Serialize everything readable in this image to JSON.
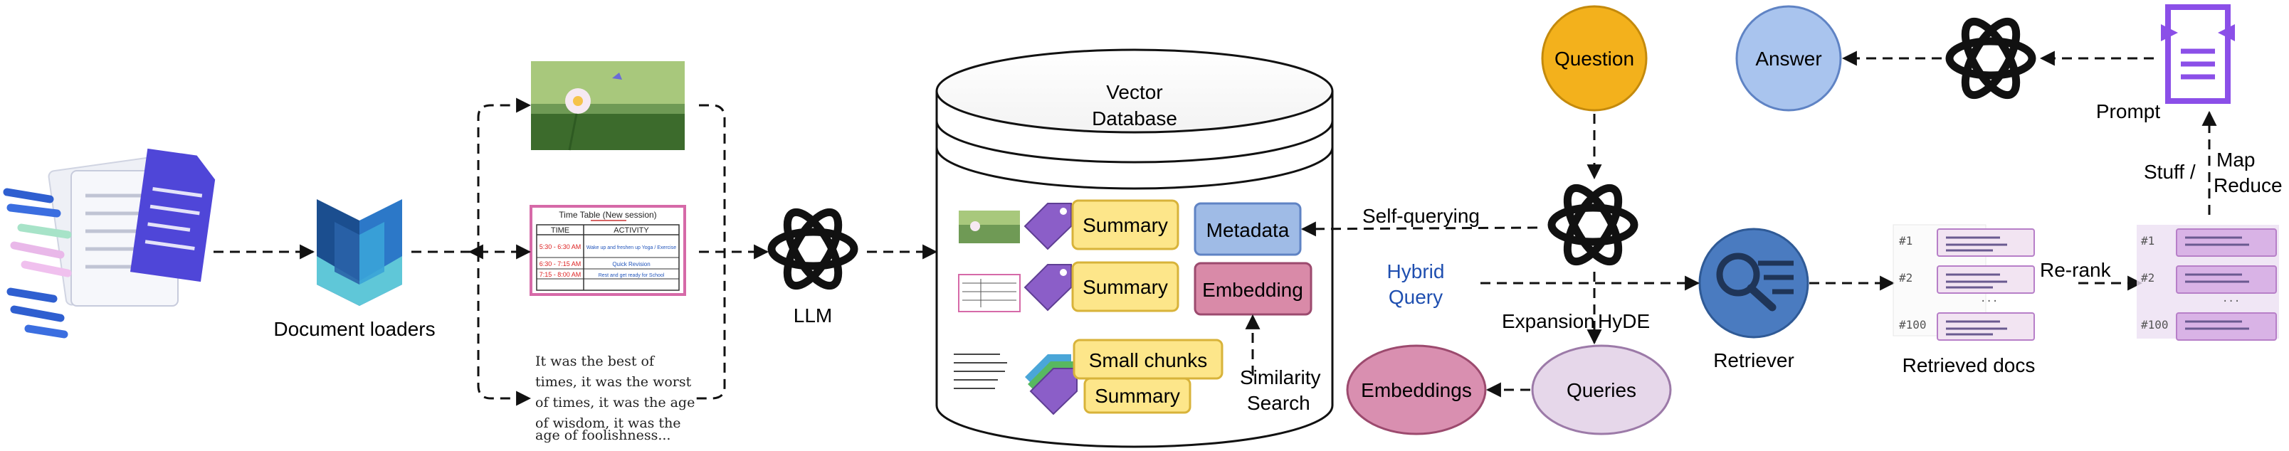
{
  "colors": {
    "question": "#f3b11c",
    "answer": "#a9c4ee",
    "retriever": "#4a7bc0",
    "queries": "#e6d7ea",
    "embeddings": "#d98fb0",
    "summary": "#fde68a",
    "metadata": "#9fbbe6",
    "embedding_box": "#d98aa8",
    "prompt": "#8b4fe8",
    "retrieved_card": "#f2e4f2",
    "reranked": "#d9b3e6",
    "hybrid_text": "#1f4fb0"
  },
  "nodes": {
    "document_loaders": "Document loaders",
    "llm": "LLM",
    "vector_database": [
      "Vector",
      "Database"
    ],
    "summary_1": "Summary",
    "summary_2": "Summary",
    "small_chunks": "Small chunks",
    "summary_3": "Summary",
    "metadata": "Metadata",
    "embedding": "Embedding",
    "question": "Question",
    "answer": "Answer",
    "embeddings": "Embeddings",
    "queries": "Queries",
    "retriever": "Retriever",
    "retrieved_docs": "Retrieved docs",
    "prompt": "Prompt"
  },
  "edge_labels": {
    "self_querying": "Self-querying",
    "hybrid_query": [
      "Hybrid",
      "Query"
    ],
    "expansion": "Expansion",
    "hyde": "HyDE",
    "similarity_search": [
      "Similarity",
      "Search"
    ],
    "re_rank": "Re-rank",
    "stuff": "Stuff /",
    "map_reduce": [
      "Map",
      "Reduce"
    ]
  },
  "text_snippet": [
    "It was the best of",
    "times, it was the worst",
    "of times, it was the age",
    "of wisdom, it was the",
    "age of foolishness..."
  ],
  "timetable": {
    "title": "Time Table (New session)",
    "headers": [
      "TIME",
      "ACTIVITY"
    ],
    "rows": [
      [
        "5:30 - 6:30 AM",
        "Wake up and freshen up Yoga / Exercise"
      ],
      [
        "6:30 - 7:15 AM",
        "Quick Revision"
      ],
      [
        "7:15 - 8:00 AM",
        "Rest and get ready for School"
      ]
    ]
  },
  "retrieved_ranks": [
    "#1",
    "#2",
    "...",
    "#100"
  ],
  "reranked_ranks": [
    "#1",
    "#2",
    "...",
    "#100"
  ]
}
